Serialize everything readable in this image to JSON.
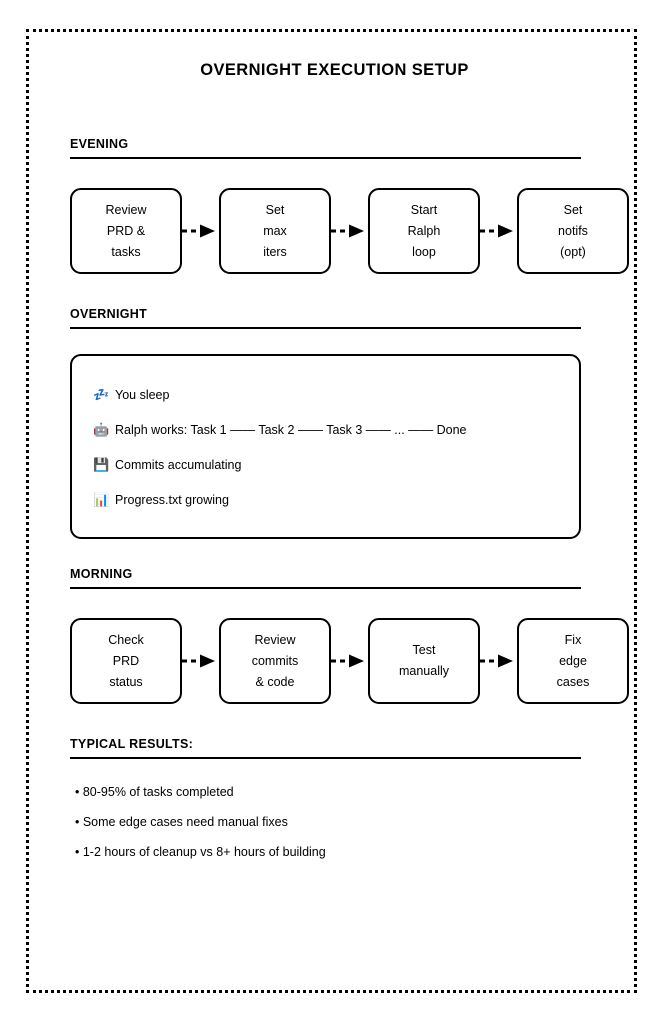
{
  "page": {
    "title": "OVERNIGHT EXECUTION SETUP",
    "border_color": "#000000",
    "background": "#ffffff"
  },
  "sections": {
    "evening": {
      "heading": "EVENING",
      "steps": [
        {
          "lines": [
            "Review",
            "PRD &",
            "tasks"
          ]
        },
        {
          "lines": [
            "Set",
            "max",
            "iters"
          ]
        },
        {
          "lines": [
            "Start",
            "Ralph",
            "loop"
          ]
        },
        {
          "lines": [
            "Set",
            "notifs",
            "(opt)"
          ]
        }
      ]
    },
    "overnight": {
      "heading": "OVERNIGHT",
      "items": [
        {
          "icon": "sleep-zzz-icon",
          "glyph": "💤",
          "text": "You sleep"
        },
        {
          "icon": "robot-icon",
          "glyph": "🤖",
          "text": "Ralph works: Task 1 —— Task 2 —— Task 3 —— ... —— Done"
        },
        {
          "icon": "floppy-disk-icon",
          "glyph": "💾",
          "text": "Commits accumulating"
        },
        {
          "icon": "bar-chart-icon",
          "glyph": "📊",
          "text": "Progress.txt growing"
        }
      ]
    },
    "morning": {
      "heading": "MORNING",
      "steps": [
        {
          "lines": [
            "Check",
            "PRD",
            "status"
          ]
        },
        {
          "lines": [
            "Review",
            "commits",
            "& code"
          ]
        },
        {
          "lines": [
            "Test",
            "manually"
          ]
        },
        {
          "lines": [
            "Fix",
            "edge",
            "cases"
          ]
        }
      ]
    },
    "results": {
      "heading": "TYPICAL RESULTS:",
      "bullets": [
        "• 80-95% of tasks completed",
        "• Some edge cases need manual fixes",
        "• 1-2 hours of cleanup vs 8+ hours of building"
      ]
    }
  }
}
